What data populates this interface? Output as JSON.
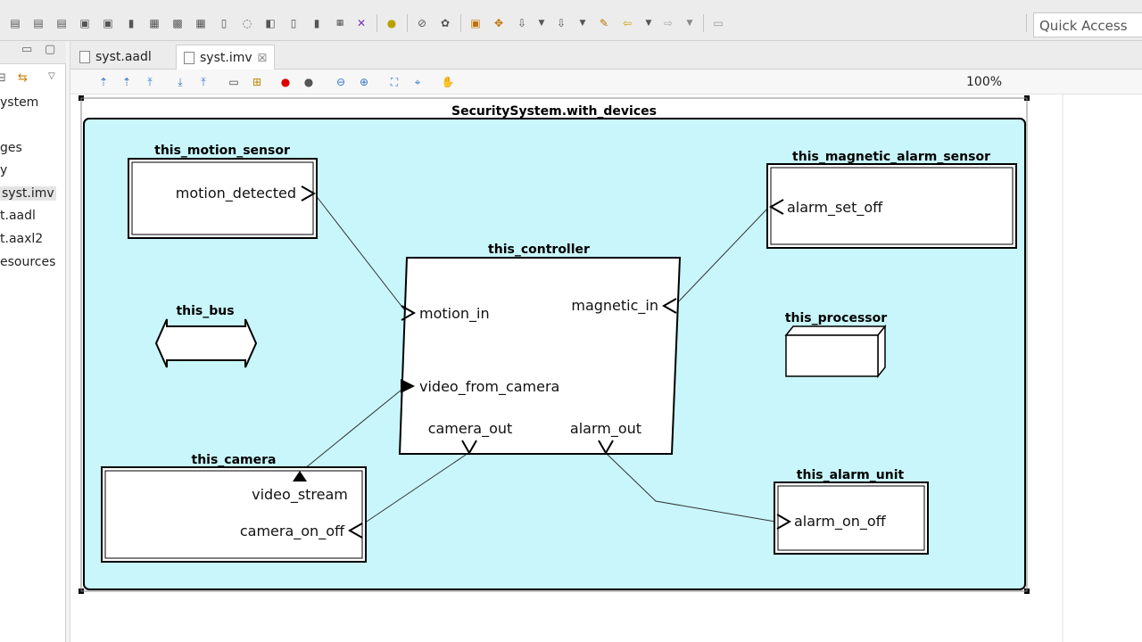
{
  "toolbar": {
    "quick_access_placeholder": "Quick Access"
  },
  "left_panel": {
    "items": [
      "ystem",
      "ges",
      "y",
      "syst.imv",
      "t.aadl",
      "t.aaxl2",
      "esources"
    ]
  },
  "tabs": [
    {
      "label": "syst.aadl",
      "active": false
    },
    {
      "label": "syst.imv",
      "active": true,
      "close": "☒"
    }
  ],
  "zoom": "100%",
  "diagram": {
    "system_title": "SecuritySystem.with_devices",
    "components": {
      "motion_sensor": {
        "name": "this_motion_sensor",
        "port": "motion_detected"
      },
      "magnetic_sensor": {
        "name": "this_magnetic_alarm_sensor",
        "port": "alarm_set_off"
      },
      "controller": {
        "name": "this_controller",
        "ports": [
          "motion_in",
          "magnetic_in",
          "video_from_camera",
          "camera_out",
          "alarm_out"
        ]
      },
      "bus": {
        "name": "this_bus"
      },
      "processor": {
        "name": "this_processor"
      },
      "camera": {
        "name": "this_camera",
        "ports": [
          "video_stream",
          "camera_on_off"
        ]
      },
      "alarm_unit": {
        "name": "this_alarm_unit",
        "port": "alarm_on_off"
      }
    }
  },
  "colors": {
    "system_fill": "#c8f6fb",
    "component_fill": "#ffffff"
  }
}
